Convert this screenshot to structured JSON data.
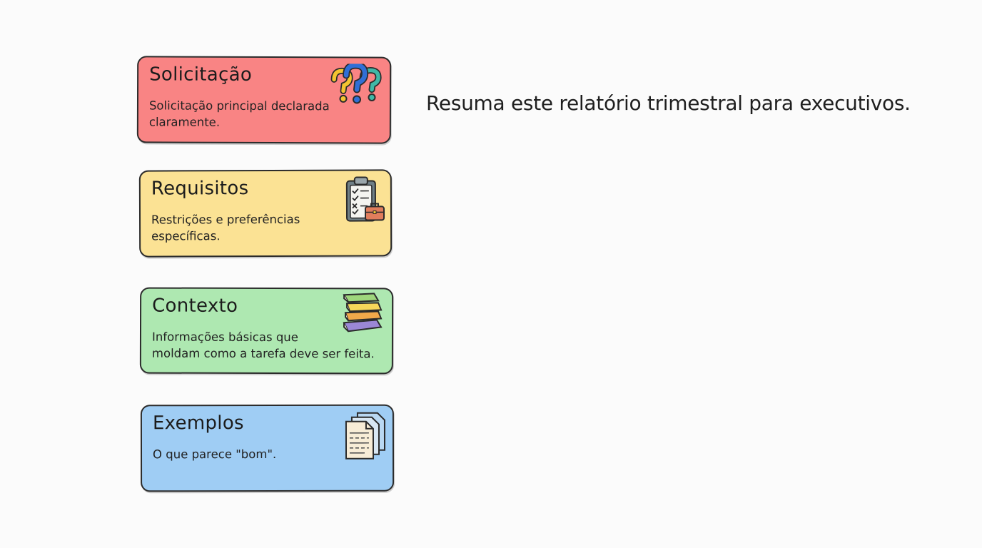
{
  "cards": [
    {
      "title": "Solicitação",
      "description": "Solicitação principal declarada\nclaramente.",
      "color": "#f98484",
      "icon": "question-marks-icon"
    },
    {
      "title": "Requisitos",
      "description": "Restrições e preferências\nespecíficas.",
      "color": "#fbe294",
      "icon": "clipboard-checklist-icon"
    },
    {
      "title": "Contexto",
      "description": "Informações básicas que\nmoldam como a tarefa deve ser feita.",
      "color": "#aee8b1",
      "icon": "stacked-books-icon"
    },
    {
      "title": "Exemplos",
      "description": "O que parece \"bom\".",
      "color": "#9fcdf4",
      "icon": "documents-icon"
    }
  ],
  "example_prompt": "Resuma este relatório trimestral para executivos."
}
